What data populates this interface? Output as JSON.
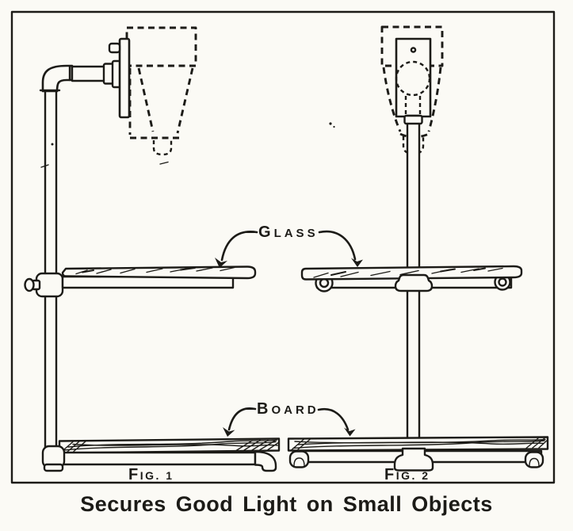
{
  "figure": {
    "caption": "Secures Good Light on Small Objects",
    "labels": {
      "glass": "GLASS",
      "board": "BOARD",
      "fig1": "Fig. 1",
      "fig2": "Fig. 2"
    },
    "colors": {
      "ink": "#1c1b17",
      "paper": "#fbfaf5"
    }
  }
}
